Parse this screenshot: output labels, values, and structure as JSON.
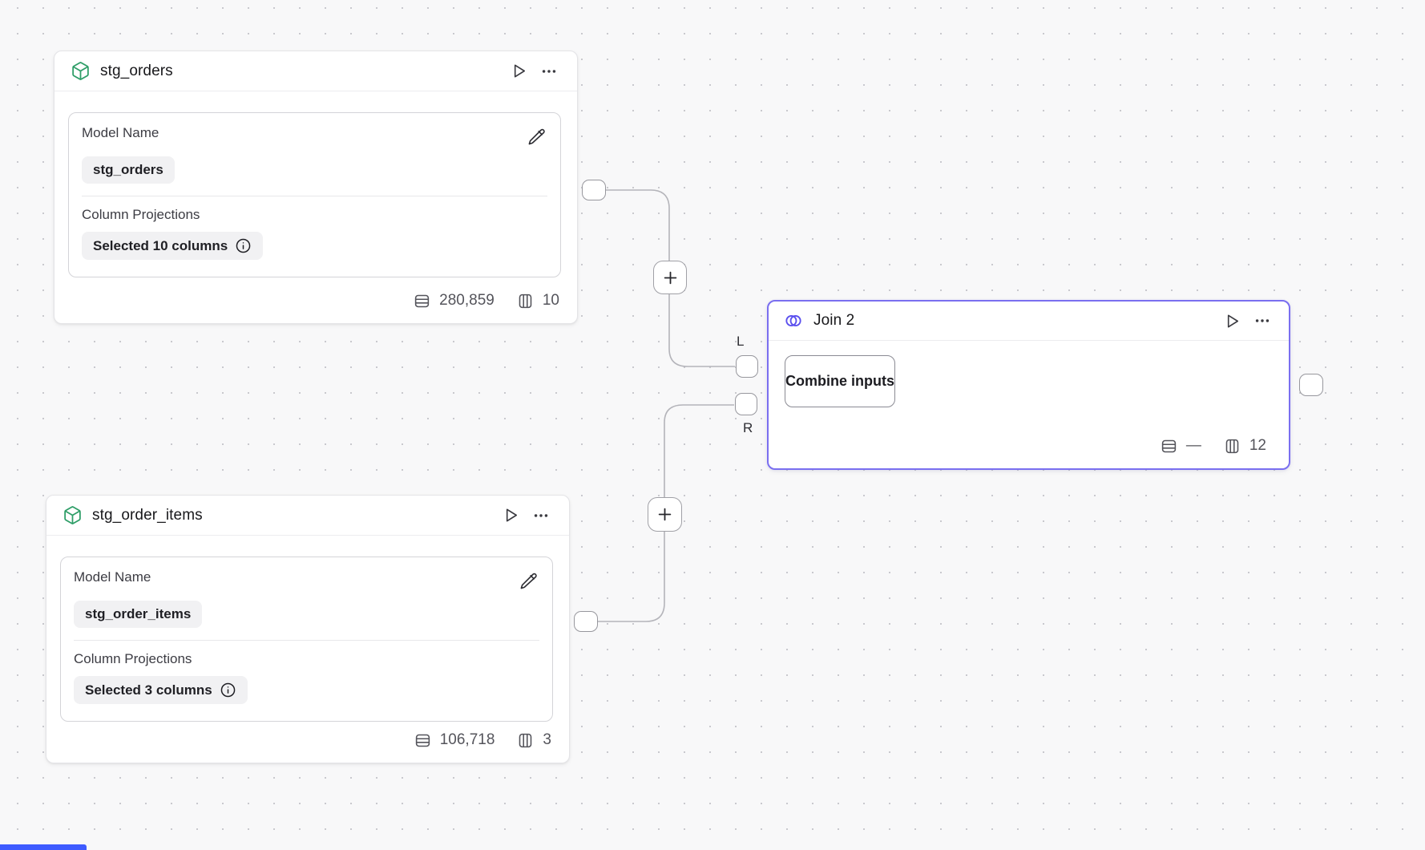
{
  "canvas": {
    "background_color": "#f8f8f9",
    "dot_color": "#c9c9ce"
  },
  "nodes": {
    "stg_orders": {
      "title": "stg_orders",
      "type_icon": "box-icon",
      "fields": {
        "model_name": {
          "label": "Model Name",
          "value": "stg_orders"
        },
        "column_projections": {
          "label": "Column Projections",
          "value": "Selected 10 columns"
        }
      },
      "stats": {
        "rows": "280,859",
        "columns": "10"
      }
    },
    "stg_order_items": {
      "title": "stg_order_items",
      "type_icon": "box-icon",
      "fields": {
        "model_name": {
          "label": "Model Name",
          "value": "stg_order_items"
        },
        "column_projections": {
          "label": "Column Projections",
          "value": "Selected 3 columns"
        }
      },
      "stats": {
        "rows": "106,718",
        "columns": "3"
      }
    },
    "join2": {
      "title": "Join 2",
      "type_icon": "join-venn-icon",
      "button_label": "Combine inputs",
      "stats": {
        "rows": "—",
        "columns": "12"
      },
      "ports": {
        "left_label": "L",
        "right_label": "R"
      },
      "accent_color": "#7a6ff0"
    }
  },
  "colors": {
    "node_border": "#e4e4e7",
    "card_border": "#d4d4d8",
    "badge_background": "#f1f1f3",
    "edge": "#b4b4ba",
    "model_icon_green": "#2f9e68",
    "join_icon_indigo": "#5b50ee",
    "text_primary": "#18181b",
    "text_secondary": "#54545b",
    "partial_element_blue": "#3e5bff"
  }
}
